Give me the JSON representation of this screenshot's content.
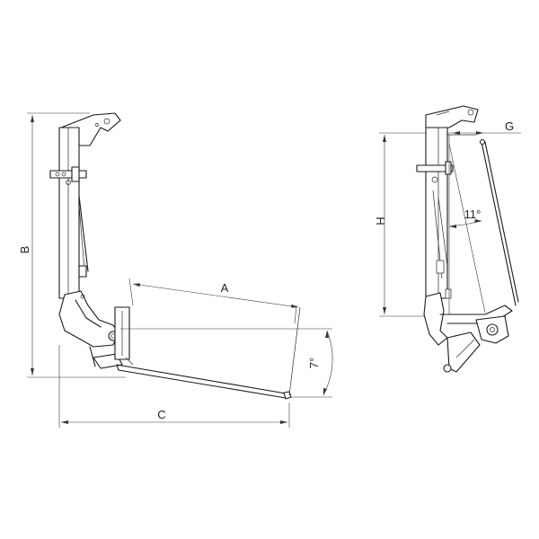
{
  "labels": {
    "A": "A",
    "B": "B",
    "C": "C",
    "H": "H",
    "G": "G",
    "angle_11": "11°",
    "angle_7": "7°"
  }
}
